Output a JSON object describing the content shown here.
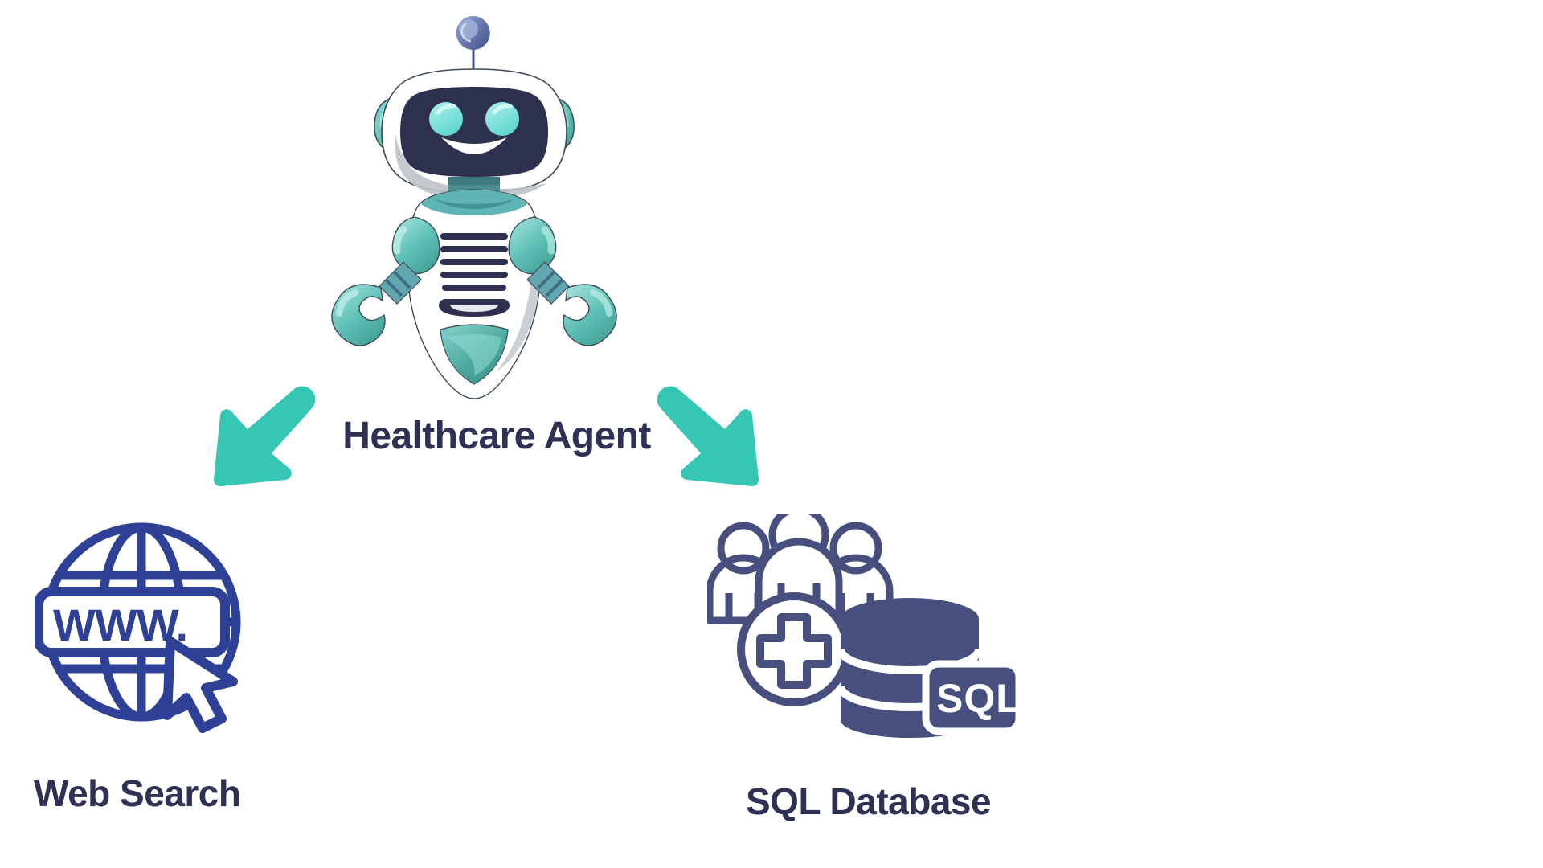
{
  "diagram": {
    "title": "Healthcare Agent tool architecture",
    "background_color": "#ffffff"
  },
  "agent": {
    "label": "Healthcare Agent",
    "icon": "robot-icon",
    "label_color": "#2e3154"
  },
  "arrows": {
    "color": "#35c6b4",
    "left": {
      "name": "arrow-down-left",
      "points_to": "Web Search"
    },
    "right": {
      "name": "arrow-down-right",
      "points_to": "SQL Database"
    }
  },
  "tools": [
    {
      "id": "web-search",
      "label": "Web Search",
      "icon": "globe-www-cursor-icon",
      "icon_text": "WWW.",
      "color": "#2f4197"
    },
    {
      "id": "sql-database",
      "label": "SQL Database",
      "icon": "patients-database-icon",
      "icon_text": "SQL",
      "color": "#474f7e"
    }
  ],
  "palette": {
    "teal": "#35c6b4",
    "robot_teal_light": "#7ed3cd",
    "robot_teal_dark": "#3d9e96",
    "robot_face": "#2e3050",
    "robot_eye": "#7de3dd",
    "robot_body": "#ffffff",
    "robot_shadow": "#c2c8cc",
    "antenna_blue": "#5b6ba8",
    "navy_text": "#2e3154"
  }
}
